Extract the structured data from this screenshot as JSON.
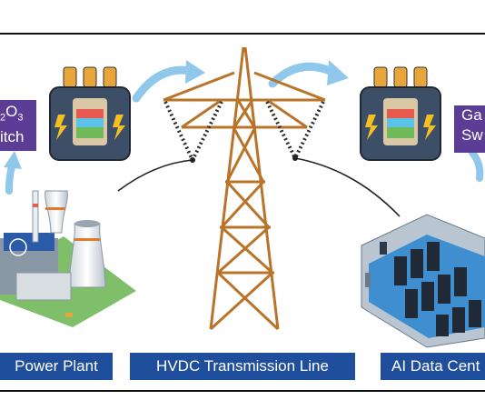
{
  "captions": {
    "left": "Power Plant",
    "center": "HVDC Transmission Line",
    "right": "AI Data Cent"
  },
  "switch_left": {
    "line1_tail": "O",
    "line1_sub1": "2",
    "line1_sub2": "3",
    "line2": "itch"
  },
  "switch_right": {
    "line1": "Ga",
    "line2": "Sw"
  },
  "colors": {
    "caption_bg": "#1f4e9c",
    "switch_bg": "#5b3d95",
    "arrow": "#8fc8ea",
    "tower": "#e0a34a",
    "transformer": "#3d4f66",
    "bolt": "#f4c021"
  },
  "icons": [
    "power-plant-icon",
    "transformer-icon",
    "transmission-tower-icon",
    "data-center-icon",
    "flow-arrow-icon"
  ]
}
